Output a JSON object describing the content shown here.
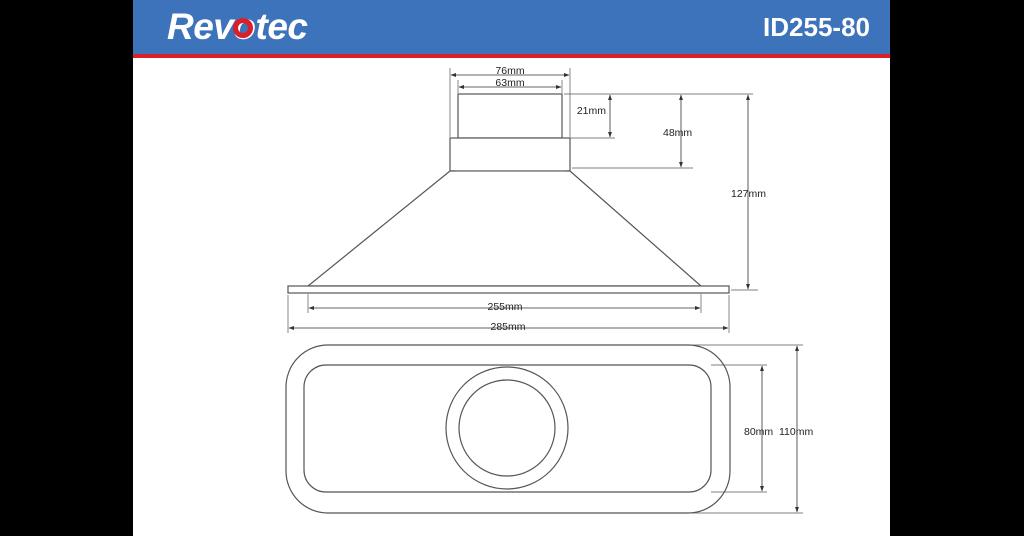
{
  "header": {
    "brand_prefix": "Rev",
    "brand_o": "o",
    "brand_suffix": "tec",
    "product_id": "ID255-80",
    "colors": {
      "bar": "#3d73ba",
      "stripe": "#d9202a",
      "logo_accent": "#d9202a",
      "text": "#ffffff"
    }
  },
  "dimensions": {
    "outer_diameter": "76mm",
    "inner_diameter": "63mm",
    "collar_height": "21mm",
    "spigot_height": "48mm",
    "total_height": "127mm",
    "hood_width": "255mm",
    "flange_width": "285mm",
    "hood_depth": "80mm",
    "flange_depth": "110mm"
  }
}
